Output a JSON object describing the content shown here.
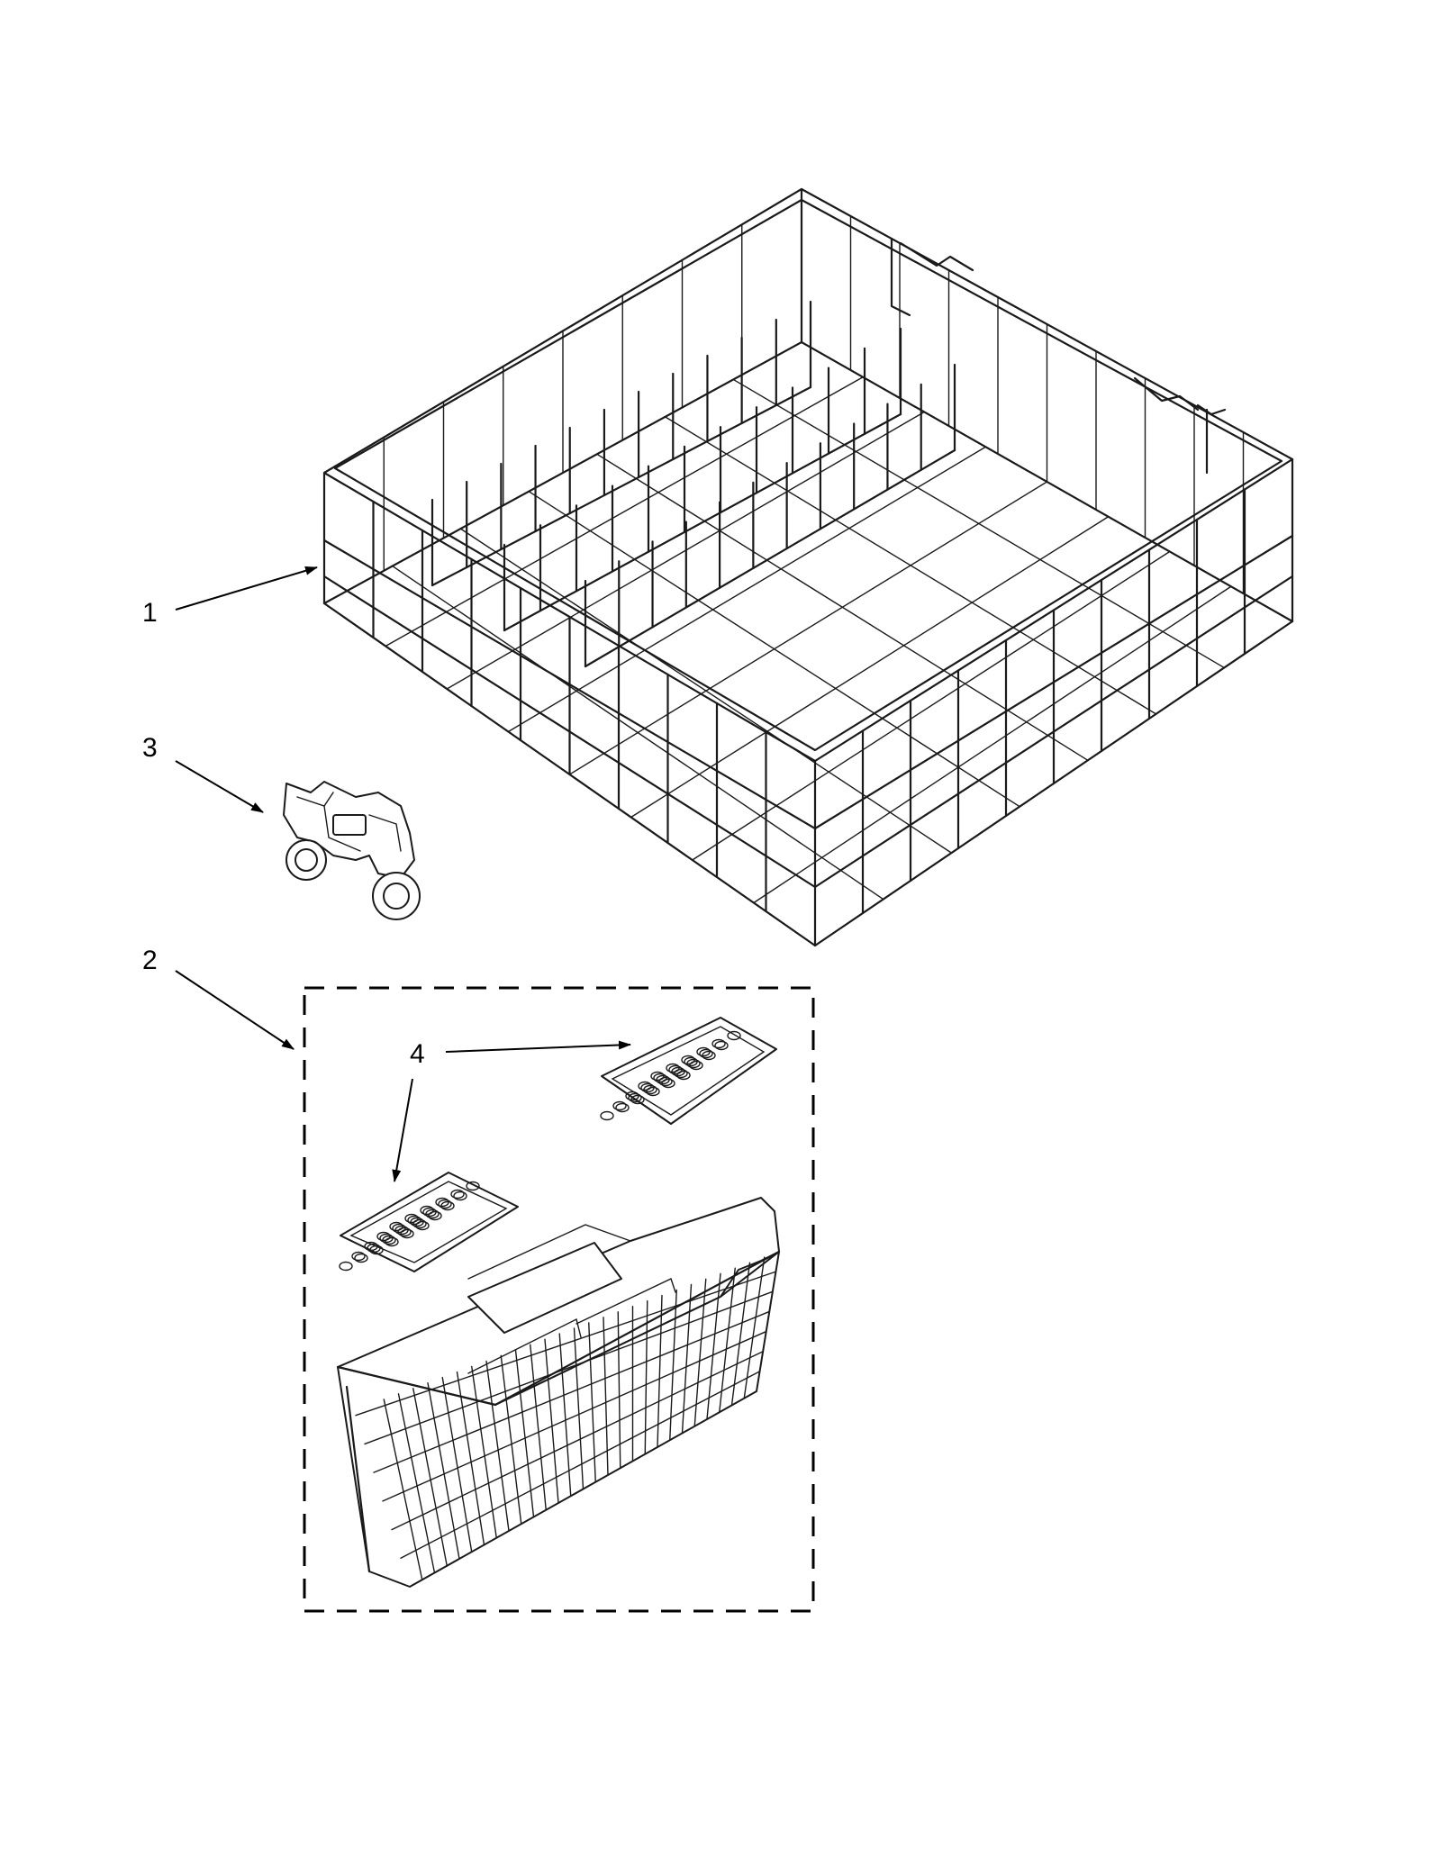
{
  "diagram": {
    "callouts": [
      {
        "id": "1",
        "label": "1",
        "part": "lower-dishrack"
      },
      {
        "id": "2",
        "label": "2",
        "part": "silverware-basket-assembly"
      },
      {
        "id": "3",
        "label": "3",
        "part": "rack-wheel"
      },
      {
        "id": "4",
        "label": "4",
        "part": "basket-lid"
      }
    ],
    "colors": {
      "line": "#1a1a1a",
      "background": "#ffffff"
    }
  }
}
